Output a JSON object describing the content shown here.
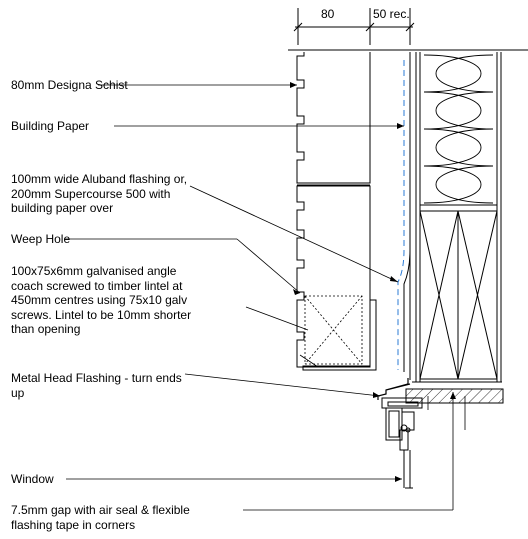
{
  "dimensions": {
    "left": "80",
    "right": "50 rec."
  },
  "labels": {
    "schist": "80mm Designa Schist",
    "building_paper": "Building Paper",
    "flashing": "100mm wide Aluband flashing or,\n200mm Supercourse 500 with\nbuilding paper over",
    "weep_hole": "Weep Hole",
    "angle": "100x75x6mm galvanised angle\ncoach screwed to timber lintel at\n450mm centres using 75x10 galv\nscrews. Lintel to be 10mm shorter\nthan opening",
    "head_flashing": "Metal Head Flashing - turn ends\nup",
    "window": "Window",
    "gap": "7.5mm gap with air seal & flexible\nflashing tape in corners"
  },
  "colors": {
    "line": "#000000",
    "building_paper_dash": "#2b7bd6"
  }
}
